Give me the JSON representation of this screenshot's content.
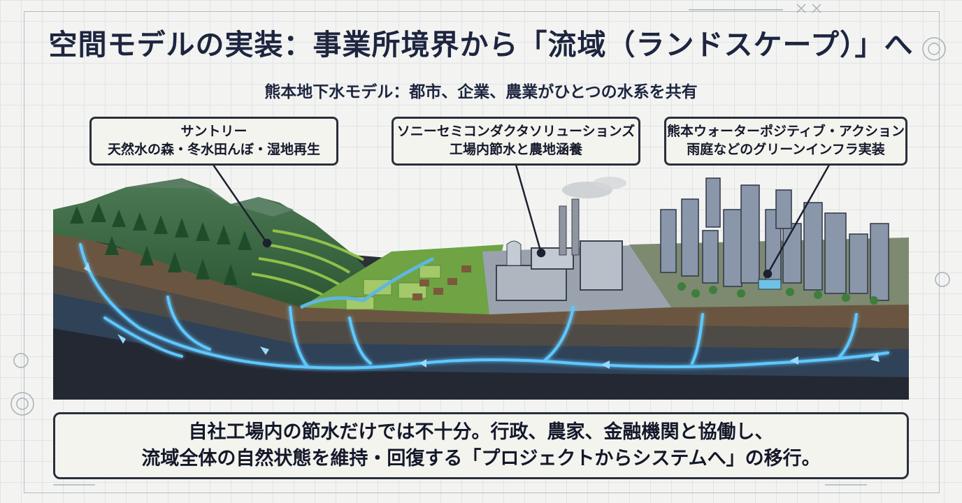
{
  "title": "空間モデルの実装：事業所境界から「流域（ランドスケープ）」へ",
  "subtitle": "熊本地下水モデル：都市、企業、農業がひとつの水系を共有",
  "callouts": [
    {
      "line1": "サントリー",
      "line2": "天然水の森・冬水田んぼ・湿地再生"
    },
    {
      "line1": "ソニーセミコンダクタソリューションズ",
      "line2": "工場内節水と農地涵養"
    },
    {
      "line1": "熊本ウォーターポジティブ・アクション",
      "line2": "雨庭などのグリーンインフラ実装"
    }
  ],
  "conclusion": {
    "line1": "自社工場内の節水だけでは不十分。行政、農家、金融機関と協働し、",
    "line2": "流域全体の自然状態を維持・回復する「プロジェクトからシステムへ」の移行。"
  },
  "colors": {
    "ink": "#1d2540",
    "groundwater": "#5fc8ff",
    "forest": "#2f6b3a",
    "city": "#8a96aa"
  }
}
